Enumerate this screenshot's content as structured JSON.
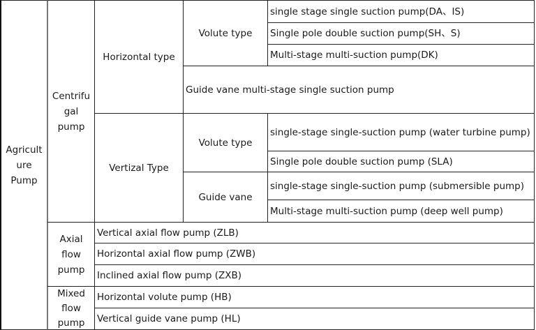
{
  "table": {
    "root": "Agriculture Pump",
    "root_display": "Agricult\nure\nPump",
    "centrifugal": {
      "label": "Centrifugal pump",
      "label_display": "Centrifu\ngal\npump",
      "horizontal": {
        "label": "Horizontal type",
        "volute": {
          "label": "Volute type",
          "items": [
            "single stage single suction pump(DA、IS)",
            "Single pole double suction pump(SH、S)",
            "Multi-stage multi-suction pump(DK)"
          ]
        },
        "guide_vane_item": "Guide vane multi-stage single suction pump"
      },
      "vertical": {
        "label": "Vertizal Type",
        "volute": {
          "label": "Volute type",
          "items": [
            "single-stage single-suction pump (water turbine pump)",
            "Single pole double suction pump (SLA)"
          ]
        },
        "guide_vane": {
          "label": "Guide vane",
          "items": [
            "single-stage single-suction pump (submersible pump)",
            "Multi-stage multi-suction pump (deep well pump)"
          ]
        }
      }
    },
    "axial": {
      "label": "Axial flow pump",
      "label_display": "Axial\nflow\npump",
      "items": [
        "Vertical axial flow pump (ZLB)",
        "Horizontal axial flow pump (ZWB)",
        "Inclined axial flow pump (ZXB)"
      ]
    },
    "mixed": {
      "label": "Mixed flow pump",
      "label_display": "Mixed\nflow\npump",
      "items": [
        "Horizontal volute pump (HB)",
        "Vertical guide vane pump (HL)"
      ]
    }
  }
}
